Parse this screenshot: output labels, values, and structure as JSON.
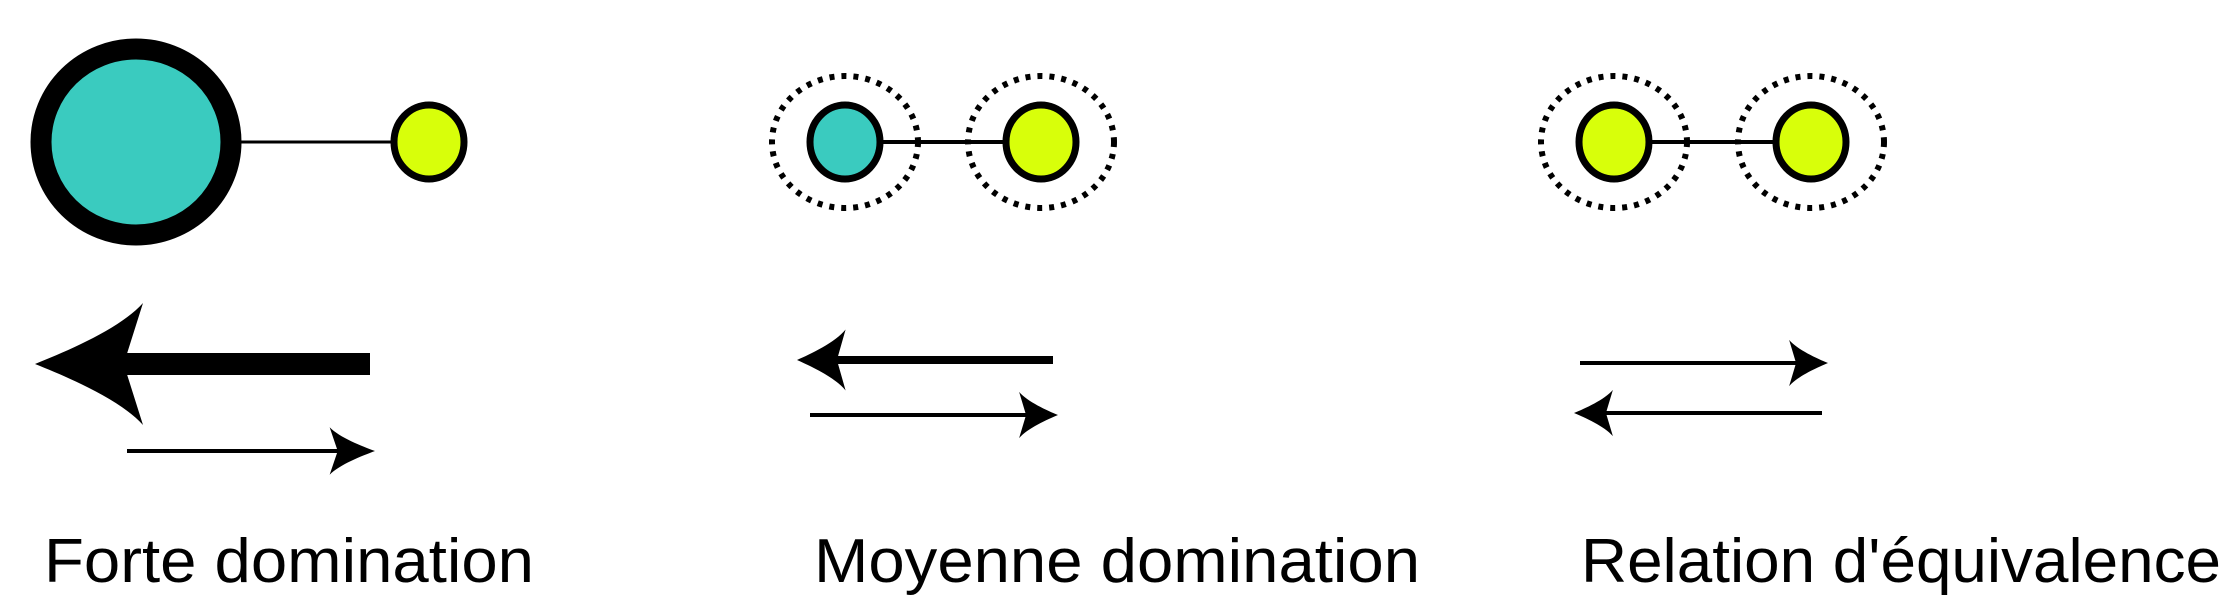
{
  "colors": {
    "dominant": "#3ACBBF",
    "dominated": "#D8FF0A",
    "stroke": "#000000"
  },
  "panels": [
    {
      "label": "Forte domination"
    },
    {
      "label": "Moyenne domination"
    },
    {
      "label": "Relation d'équivalence"
    }
  ]
}
